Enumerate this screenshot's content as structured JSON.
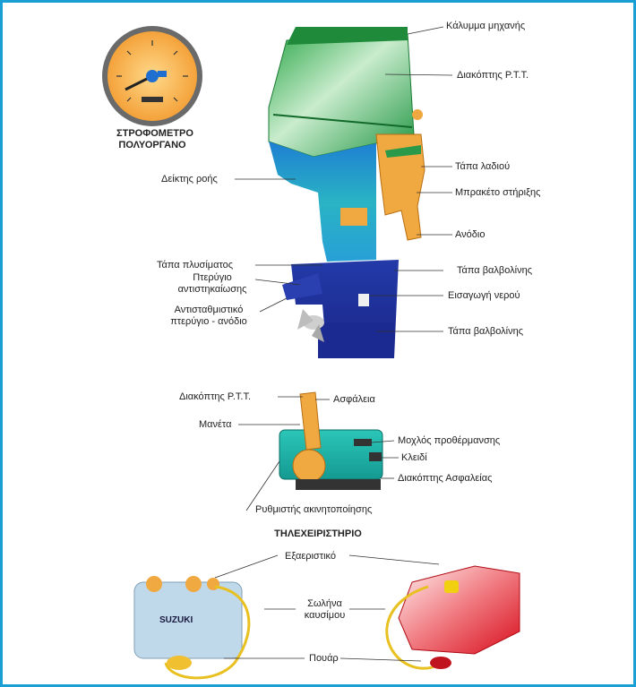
{
  "labels": {
    "engine_cover": "Κάλυμμα μηχανής",
    "ptt_switch_top": "Διακόπτης Ρ.Τ.Τ.",
    "oil_cap": "Τάπα λαδιού",
    "bracket": "Μπρακέτο στήριξης",
    "anode_top": "Ανόδιο",
    "flow_indicator": "Δείκτης ροής",
    "flush_cap": "Τάπα πλυσίματος",
    "cavitation_fin": "Πτερύγιο αντιστηκαίωσης",
    "trim_fin_anode": "Αντισταθμιστικό πτερύγιο - ανόδιο",
    "oil_drain_cap_1": "Τάπα βαλβολίνης",
    "water_intake": "Εισαγωγή νερού",
    "oil_drain_cap_2": "Τάπα βαλβολίνης",
    "ptt_switch_remote": "Διακόπτης Ρ.Τ.Τ.",
    "lock": "Ασφάλεια",
    "handle": "Μανέτα",
    "throttle_lever": "Μοχλός προθέρμανσης",
    "key": "Κλειδί",
    "safety_switch": "Διακόπτης Ασφαλείας",
    "idle_adjuster": "Ρυθμιστής ακινητοποίησης",
    "vent": "Εξαεριστικό",
    "fuel_hose": "Σωλήνα καυσίμου",
    "primer_bulb": "Πουάρ"
  },
  "titles": {
    "tachometer": "ΣΤΡΟΦΟΜΕΤΡΟ ΠΟΛΥΟΡΓΑΝΟ",
    "remote": "ΤΗΛΕΧΕΙΡΙΣΤΗΡΙΟ"
  },
  "tank_brand": "SUZUKI",
  "colors": {
    "frame": "#1a9fd4",
    "cover": "#2ea84a",
    "midsection": "#1f7fd0",
    "lower": "#1c2f9c",
    "bracket": "#f0a840",
    "remote_body": "#1fb3a8",
    "tank_left": "#bfd8ea",
    "tank_right": "#e8202a"
  }
}
